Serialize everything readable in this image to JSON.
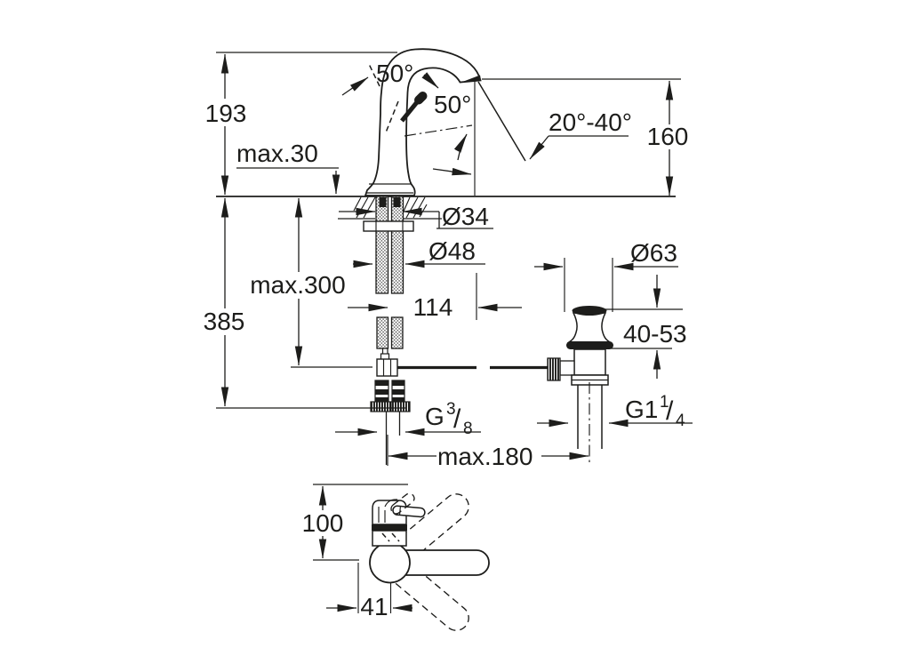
{
  "drawing": {
    "front": {
      "total_height": "193",
      "max_deck": "max.30",
      "handle_swivel": "50°",
      "handle_lift": "50°",
      "spray_angle": "20°-40°",
      "spout_height": "160",
      "hole_dia": "Ø34",
      "base_dia": "Ø48",
      "max_below": "max.300",
      "total_below": "385",
      "projection": "114",
      "supply_thread": {
        "base": "G",
        "sup": "3",
        "slash": "/",
        "sub": "8"
      },
      "rod_span": "max.180"
    },
    "waste": {
      "flange_dia": "Ø63",
      "clamp_range": "40-53",
      "thread": {
        "base": "G1",
        "sup": "1",
        "slash": "/",
        "sub": "4"
      }
    },
    "plan": {
      "body_depth": "100",
      "center_offset": "41"
    },
    "colors": {
      "line": "#1d1d1b",
      "background": "#ffffff"
    }
  }
}
